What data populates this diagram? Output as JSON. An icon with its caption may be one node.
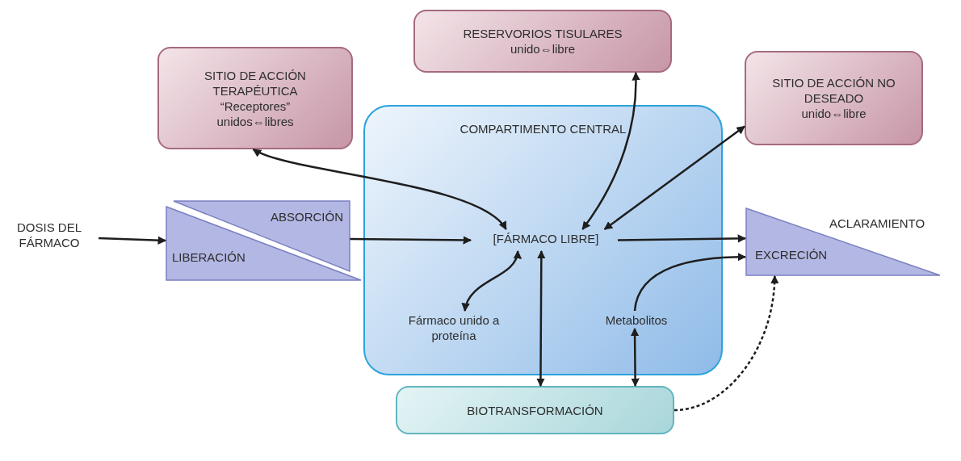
{
  "diagram": {
    "nodes": [
      {
        "text": [
          "SITIO DE ACCIÓN TERAPÉUTICA",
          "“Receptores”",
          "unidos⇔libres"
        ]
      },
      {
        "text": [
          "RESERVORIOS TISULARES",
          "unido⇔libre"
        ]
      },
      {
        "text": [
          "SITIO DE ACCIÓN NO DESEADO",
          "unido⇔libre"
        ]
      },
      {
        "text": [
          "COMPARTIMENTO CENTRAL"
        ]
      },
      {
        "text": [
          "[FÁRMACO LIBRE]"
        ],
        "in": 3
      },
      {
        "text": [
          "Fármaco unido a proteína"
        ],
        "in": 3
      },
      {
        "text": [
          "Metabolitos"
        ],
        "in": 3
      },
      {
        "text": [
          "DOSIS DEL FÁRMACO"
        ]
      },
      {
        "text": [
          "ABSORCIÓN",
          "LIBERACIÓN"
        ]
      },
      {
        "text": [
          "EXCRECIÓN"
        ],
        "beside": [
          "ACLARAMIENTO"
        ]
      },
      {
        "text": [
          "BIOTRANSFORMACIÓN"
        ]
      }
    ],
    "edges": [
      {
        "from": 7,
        "to": 8,
        "arrow": "to"
      },
      {
        "from": 8,
        "to": 4,
        "arrow": "to"
      },
      {
        "from": 4,
        "to": 0,
        "arrow": "both"
      },
      {
        "from": 4,
        "to": 1,
        "arrow": "both"
      },
      {
        "from": 4,
        "to": 2,
        "arrow": "both"
      },
      {
        "from": 4,
        "to": 9,
        "arrow": "to"
      },
      {
        "from": 4,
        "to": 5,
        "arrow": "both"
      },
      {
        "from": 6,
        "to": 9,
        "arrow": "to"
      },
      {
        "from": 10,
        "to": 4,
        "arrow": "both"
      },
      {
        "from": 10,
        "to": 6,
        "arrow": "both"
      },
      {
        "from": 10,
        "to": 9,
        "arrow": "to",
        "style": "dashed"
      }
    ]
  }
}
